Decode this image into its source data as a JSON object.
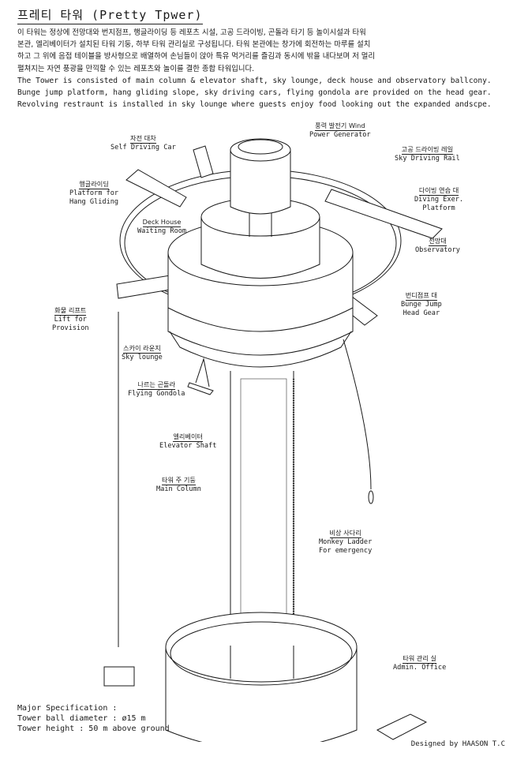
{
  "title": "프레티 타워 (Pretty Tpwer)",
  "intro": {
    "ko": [
      "이 타워는 정상에 전망대와 번지점프, 행글라이딩 등 레포츠 시설, 고공 드라이빙, 곤돌라 타기 등 놀이시설과 타워",
      "본관, 엘리베이터가 설치된 타워 기둥, 하부 타워 관리실로 구성됩니다.  타워 본관에는 창가에 회전하는 마루를 설치",
      "하고 그 위에 음접 테이블을 방사형으로 배열하여 손님들이 앉아 특유 먹거리를 즐김과 동시에 밖을 내다보며 저 멀리",
      "펼쳐지는 자연 풍광을 만끽할 수 있는 레포츠와 놀이를 결한 종합 타워입니다."
    ],
    "en": [
      "The Tower is consisted of main column & elevator shaft, sky lounge, deck house and observatory ballcony.",
      "Bunge jump platform, hang gliding slope, sky driving cars, flying gondola are provided on the head gear.",
      "Revolving restraunt is installed in sky lounge where guests enjoy food looking out the expanded andscpe."
    ]
  },
  "labels": {
    "self_driving_car": {
      "ko": "자전 대차",
      "en": "Self Driving Car"
    },
    "wind_power": {
      "ko": "풍력 발전기 Wind",
      "en": "Power Generator"
    },
    "sky_driving_rail": {
      "ko": "고공 드라이빙 레일",
      "en": "Sky Driving Rail"
    },
    "hang_gliding": {
      "ko": "행글라이딩",
      "en": "Platform for",
      "en2": "Hang Gliding"
    },
    "diving_platform": {
      "ko": "다이빙 연습 대",
      "en": "Diving Exer.",
      "en2": "Platform"
    },
    "deck_house": {
      "ko": "Deck House",
      "en": "Waiting Room"
    },
    "observatory": {
      "ko": "전망대",
      "en": "Observatory"
    },
    "bunge_jump": {
      "ko": "번디점프 대",
      "en": "Bunge Jump",
      "en2": "Head Gear"
    },
    "lift": {
      "ko": "화물 리프트",
      "en": "Lift for",
      "en2": "Provision"
    },
    "sky_lounge": {
      "ko": "스카이 라운지",
      "en": "Sky lounge"
    },
    "flying_gondola": {
      "ko": "나르는 곤돌라",
      "en": "Flying Gondola"
    },
    "elevator": {
      "ko": "엘리베이터",
      "en": "Elevator Shaft"
    },
    "main_column": {
      "ko": "타워  주 기둥",
      "en": "Main Column"
    },
    "monkey_ladder": {
      "ko": "비상 사다리",
      "en": "Monkey Ladder",
      "en2": "For emergency"
    },
    "admin_office": {
      "ko": "타워 관리 실",
      "en": "Admin. Office"
    }
  },
  "spec": {
    "heading": "Major Specification :",
    "diameter": "Tower ball diameter : ø15 m",
    "height": "Tower height  : 50 m above ground"
  },
  "credit": "Designed by HAASON T.C"
}
